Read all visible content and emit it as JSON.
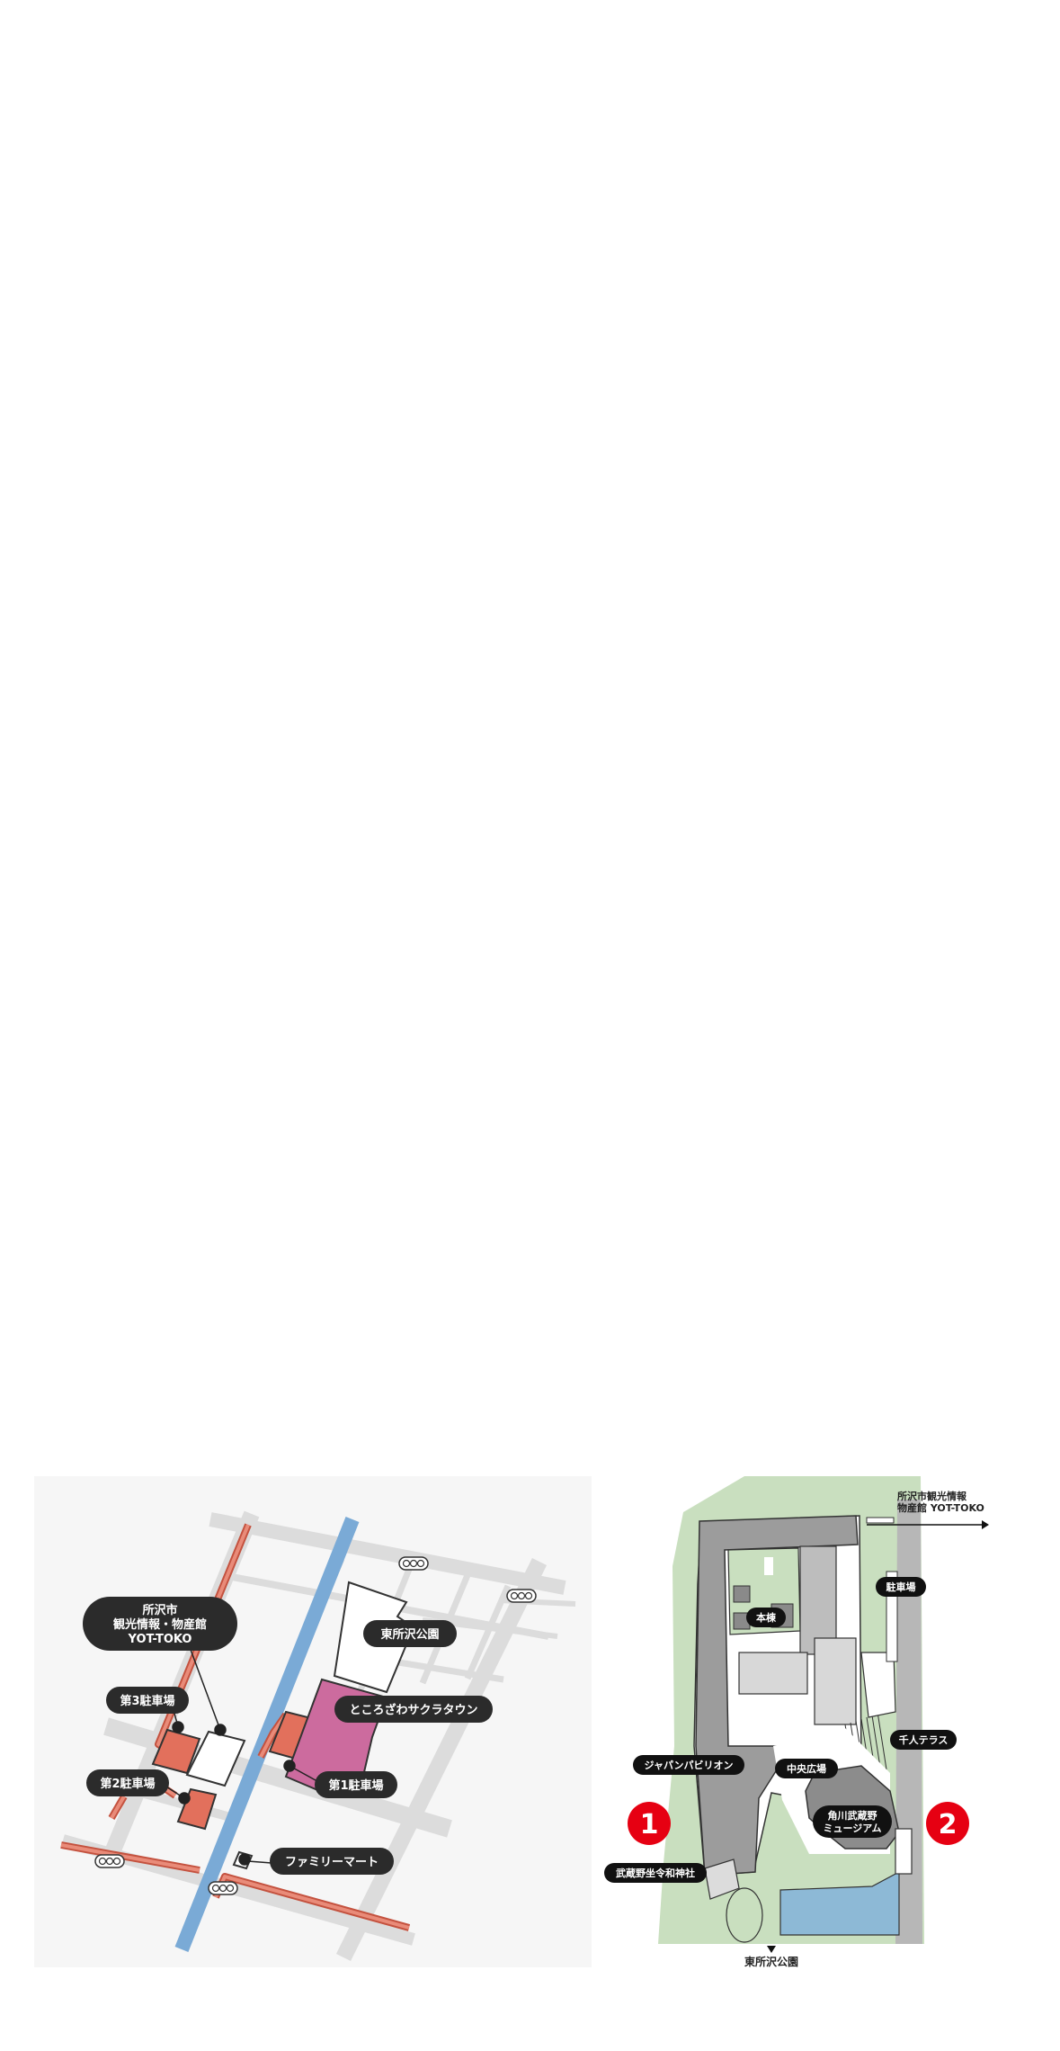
{
  "left_map": {
    "labels": {
      "yot_toko_line1": "所沢市",
      "yot_toko_line2": "観光情報・物産館",
      "yot_toko_line3": "YOT-TOKO",
      "parking3": "第3駐車場",
      "parking2": "第2駐車場",
      "parking1": "第1駐車場",
      "higashi_park": "東所沢公園",
      "sakura_town": "ところざわサクラタウン",
      "family_mart": "ファミリーマート"
    },
    "colors": {
      "background": "#f6f6f6",
      "road": "#dcdcdc",
      "river": "#7aaad6",
      "parking": "#e2705c",
      "sakura_town": "#cc6b9e",
      "label": "#2b2b2b"
    }
  },
  "right_map": {
    "labels": {
      "main_building": "本棟",
      "parking": "駐車場",
      "yot_toko_line1": "所沢市観光情報",
      "yot_toko_line2": "物産館 YOT-TOKO",
      "senjin_terrace": "千人テラス",
      "japan_pavilion": "ジャパンパビリオン",
      "central_plaza": "中央広場",
      "museum_line1": "角川武蔵野",
      "museum_line2": "ミュージアム",
      "shrine": "武蔵野坐令和神社",
      "higashi_park": "東所沢公園",
      "marker1": "1",
      "marker2": "2"
    },
    "colors": {
      "green": "#c9dfbf",
      "building_dark": "#9c9c9c",
      "building_mid": "#bdbdbd",
      "water": "#8db9d6",
      "marker": "#e60012",
      "label": "#111111"
    }
  }
}
